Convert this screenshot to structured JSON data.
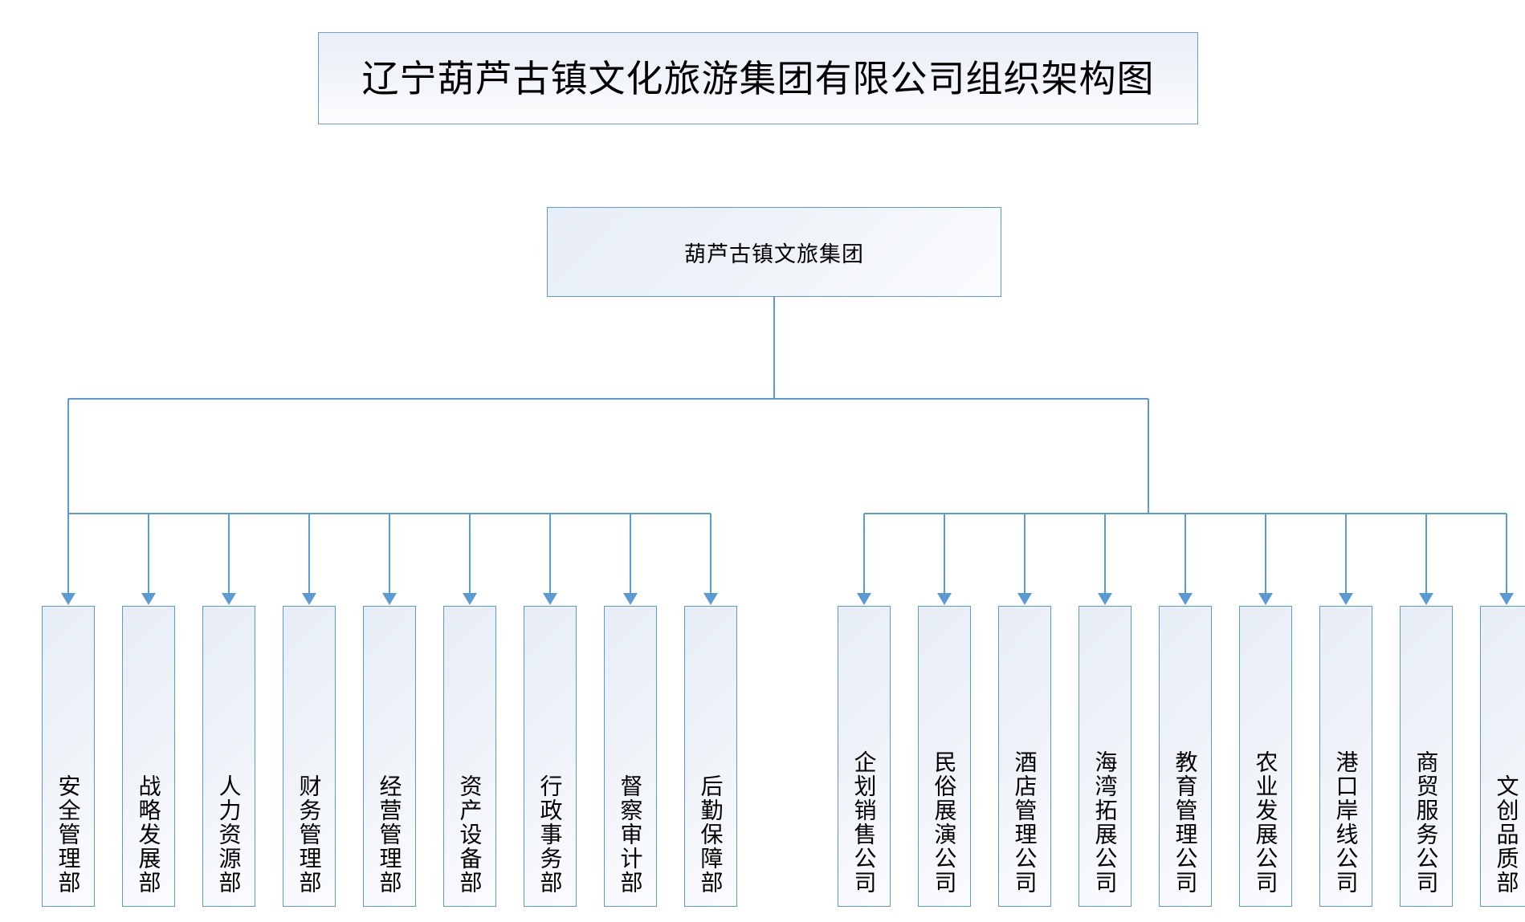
{
  "title": {
    "text": "辽宁葫芦古镇文化旅游集团有限公司组织架构图"
  },
  "root": {
    "label": "葫芦古镇文旅集团"
  },
  "colors": {
    "box_border": "#5b9bd5",
    "connector": "#5b9bd5",
    "box_fill_light": "#fbfcfe",
    "box_fill_dark": "#e8eef7",
    "text": "#000000",
    "background": "#ffffff"
  },
  "branches": [
    {
      "name": "departments",
      "nodes": [
        {
          "label": "安全管理部"
        },
        {
          "label": "战略发展部"
        },
        {
          "label": "人力资源部"
        },
        {
          "label": "财务管理部"
        },
        {
          "label": "经营管理部"
        },
        {
          "label": "资产设备部"
        },
        {
          "label": "行政事务部"
        },
        {
          "label": "督察审计部"
        },
        {
          "label": "后勤保障部"
        }
      ]
    },
    {
      "name": "subsidiaries",
      "nodes": [
        {
          "label": "企划销售公司"
        },
        {
          "label": "民俗展演公司"
        },
        {
          "label": "酒店管理公司"
        },
        {
          "label": "海湾拓展公司"
        },
        {
          "label": "教育管理公司"
        },
        {
          "label": "农业发展公司"
        },
        {
          "label": "港口岸线公司"
        },
        {
          "label": "商贸服务公司"
        },
        {
          "label": "文创品质部"
        }
      ]
    }
  ]
}
